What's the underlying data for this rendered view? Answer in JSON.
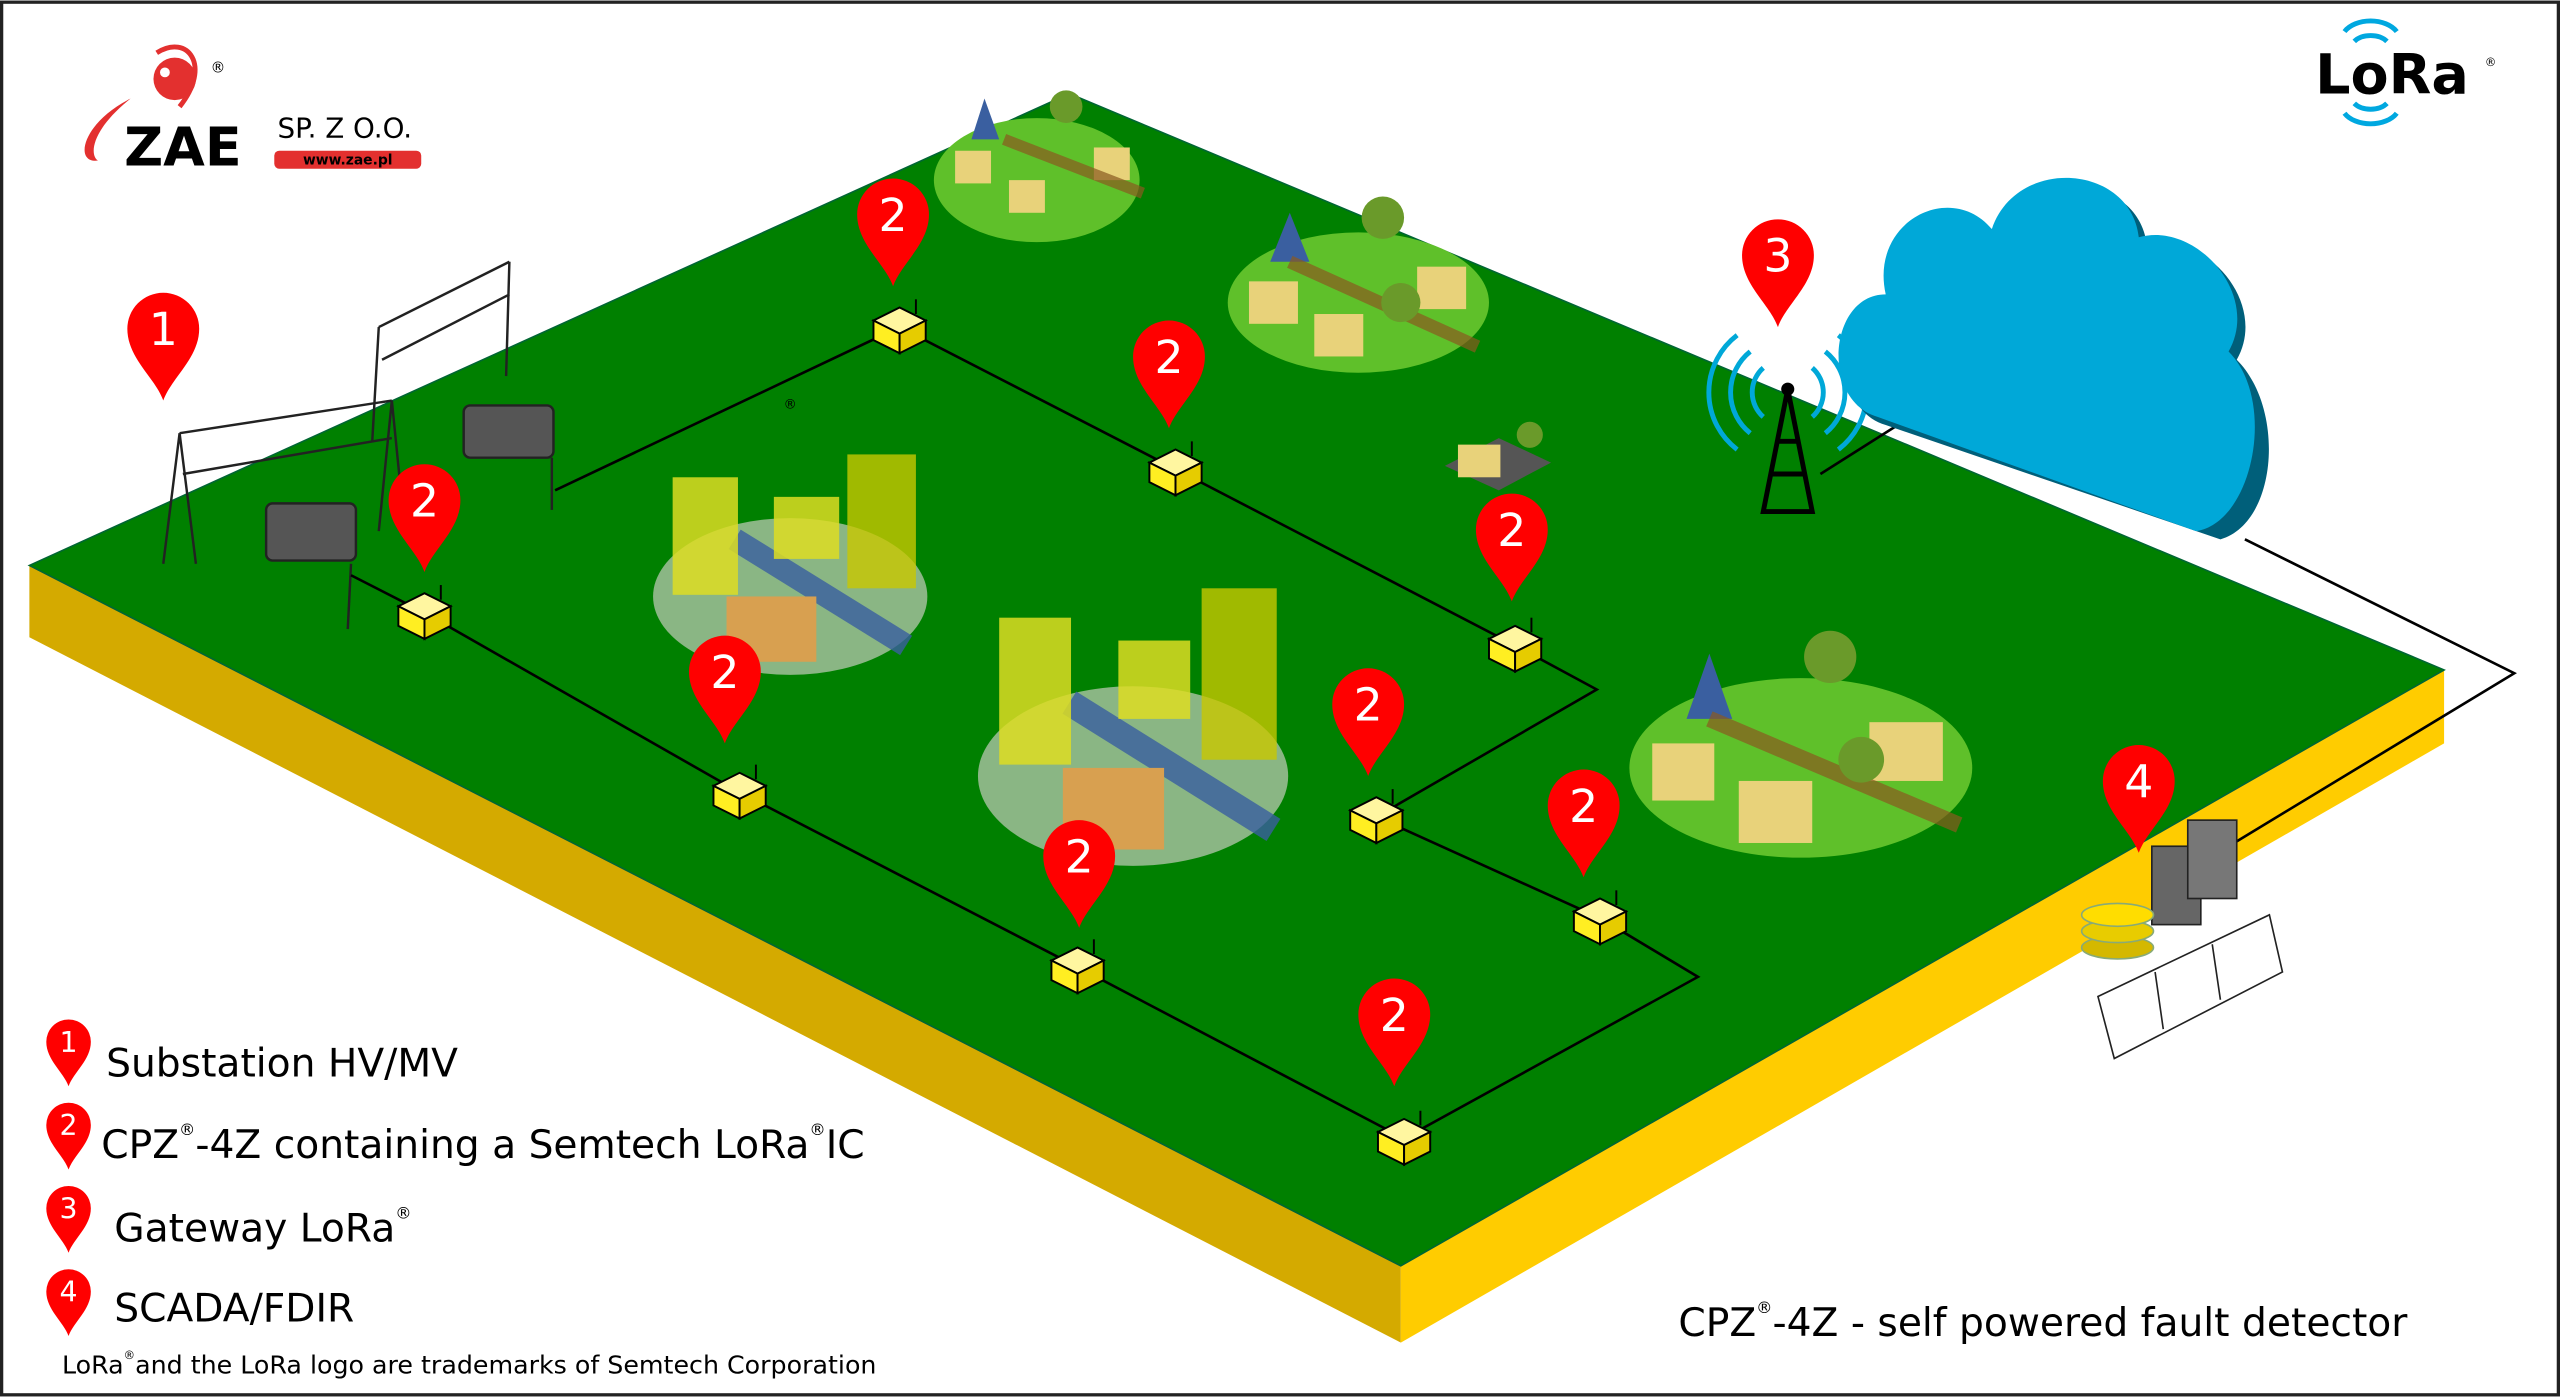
{
  "logo": {
    "brand": "ZAE",
    "suffix": "SP. Z O.O.",
    "url": "www.zae.pl",
    "reg": "®"
  },
  "lora_logo": {
    "text": "LoRa",
    "reg": "®"
  },
  "markers": [
    {
      "label": "1"
    },
    {
      "label": "2"
    },
    {
      "label": "2"
    },
    {
      "label": "2"
    },
    {
      "label": "2"
    },
    {
      "label": "2"
    },
    {
      "label": "2"
    },
    {
      "label": "2"
    },
    {
      "label": "2"
    },
    {
      "label": "2"
    },
    {
      "label": "3"
    },
    {
      "label": "4"
    }
  ],
  "legend": [
    {
      "num": "1",
      "text": "Substation HV/MV"
    },
    {
      "num": "2",
      "text": "CPZ",
      "sup": "®",
      "text2": "-4Z containing a Semtech LoRa",
      "sup2": "®",
      "text3": "IC"
    },
    {
      "num": "3",
      "text": "Gateway LoRa",
      "sup": "®"
    },
    {
      "num": "4",
      "text": "SCADA/FDIR"
    }
  ],
  "trademark": {
    "a": "LoRa",
    "sup": "®",
    "b": "and the LoRa logo are trademarks  of Semtech Corporation"
  },
  "caption": {
    "a": "CPZ",
    "sup": "®",
    "b": "-4Z - self powered fault detector"
  },
  "line_reg": "®",
  "colors": {
    "green": "#008000",
    "slab_left": "#d4aa00",
    "slab_right": "#ffcc00",
    "marker": "#ff0000",
    "cloud": "#00a8d8",
    "device": "#ffee22"
  }
}
